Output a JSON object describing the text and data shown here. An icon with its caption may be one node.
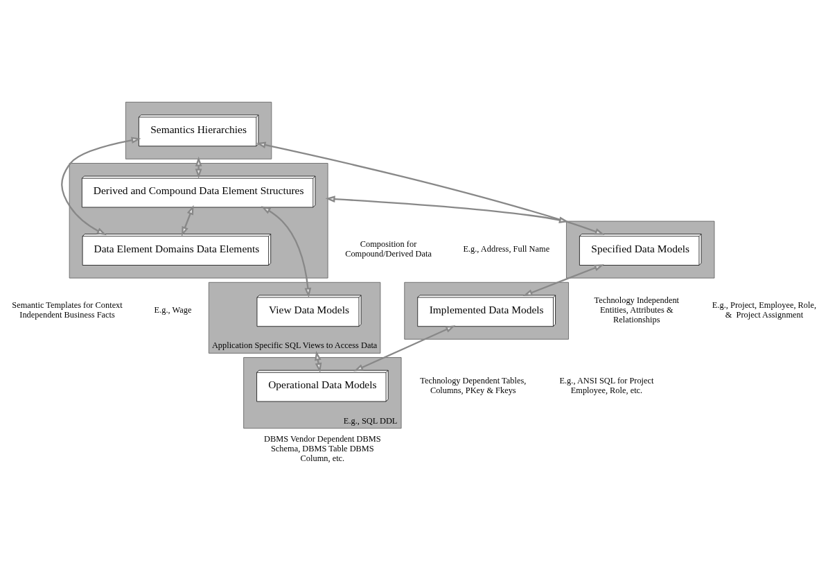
{
  "diagram": {
    "nodes": [
      {
        "text": [],
        "shape": "box"
      },
      {
        "text": [
          "Semantics Hierarchies"
        ],
        "in": 0
      },
      {
        "text": [],
        "shape": "box"
      },
      {
        "text": [
          "Derived and Compound Data Element Structures"
        ],
        "in": 2,
        "beside": [
          "Composition for Compound/Derived Data",
          "E.g., Address, Full Name"
        ]
      },
      {
        "text": [
          "Data Element Domains Data Elements"
        ],
        "in": 2,
        "beside": [
          "Semantic Templates for Context Independent Business Facts",
          "E.g., Wage"
        ]
      },
      {
        "text": [
          "Application Specific SQL Views to Access Data"
        ]
      },
      {
        "text": [
          "View Data Models"
        ],
        "in": 5
      },
      {
        "text": [],
        "shape": "box"
      },
      {
        "text": [
          "Specified Data Models"
        ],
        "in": 7,
        "beside": [
          "Technology Independent Entities, Attributes & Relationships",
          "E.g., Project, Employee, Role, &  Project Assignment"
        ]
      },
      {
        "text": [],
        "shape": "box"
      },
      {
        "text": [
          "Implemented Data Models"
        ],
        "in": 9,
        "beside": [
          "Technology Dependent Tables, Columns, PKey & Fkeys",
          "E.g., ANSI SQL for Project Employee, Role, etc."
        ]
      },
      {
        "text": [
          "E.g., SQL DDL"
        ],
        "beside": [
          "DBMS Vendor Dependent DBMS Schema, DBMS Table DBMS Column, etc."
        ]
      },
      {
        "text": [
          "Operational Data Models"
        ],
        "in": 11
      }
    ],
    "edges": [
      {
        "from": 0,
        "to": 3,
        "arrow": "both"
      },
      {
        "from": 1,
        "to": 4,
        "arrow": "both"
      },
      {
        "from": 3,
        "to": 4,
        "arrow": "both"
      },
      {
        "from": 1,
        "to": 8,
        "arrow": "both"
      },
      {
        "from": 2,
        "to": 7,
        "arrow": "both"
      },
      {
        "from": 3,
        "to": 6,
        "arrow": "both"
      },
      {
        "from": 8,
        "to": 10,
        "arrow": "both"
      },
      {
        "from": 10,
        "to": 12,
        "arrow": "both"
      },
      {
        "from": 5,
        "to": 12,
        "arrow": "both"
      }
    ]
  }
}
